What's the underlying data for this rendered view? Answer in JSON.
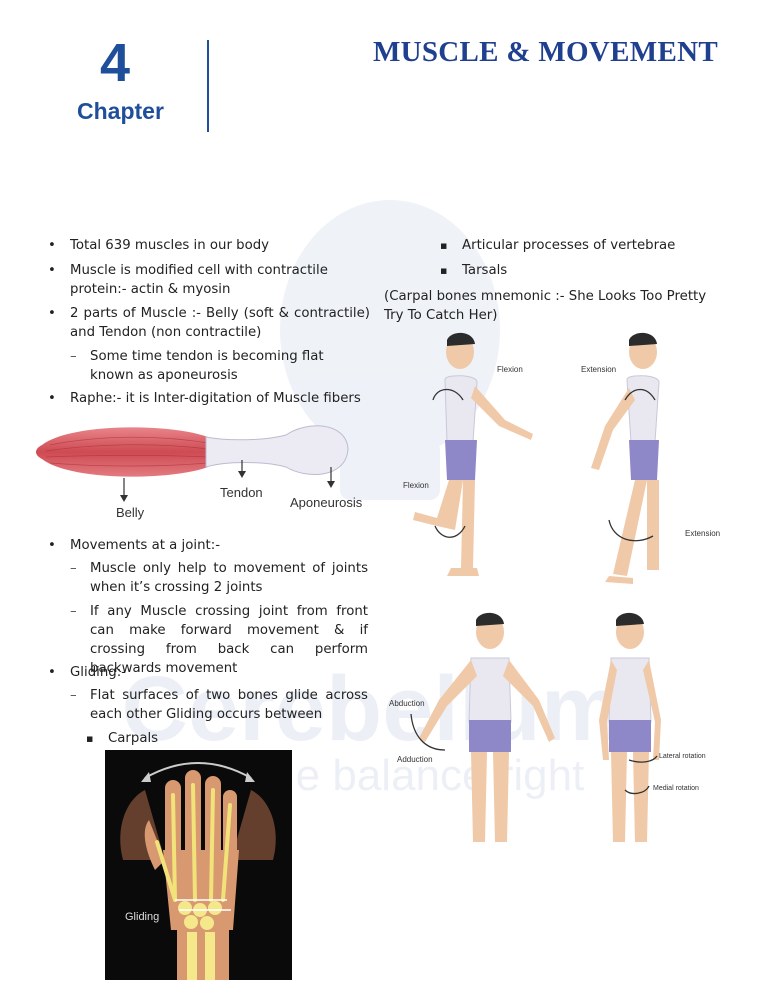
{
  "header": {
    "chapter_number": "4",
    "chapter_word": "Chapter",
    "title": "MUSCLE & MOVEMENT"
  },
  "left_column": {
    "bullets": [
      "Total 639 muscles in our body",
      "Muscle is modified cell with contractile protein:- actin & myosin",
      "2 parts of Muscle :- Belly (soft & contractile) and Tendon (non contractile)"
    ],
    "sub_tendon": "Some time tendon is becoming flat known as aponeurosis",
    "raphe": "Raphe:- it is Inter-digitation of Muscle fibers",
    "muscle_figure": {
      "belly": "Belly",
      "tendon": "Tendon",
      "aponeurosis": "Aponeurosis"
    },
    "movements_heading": "Movements at a joint:-",
    "movements_items": [
      "Muscle only help to movement of joints when it’s crossing 2 joints",
      "If any Muscle crossing joint from front can make forward movement & if crossing from back can perform backwards movement"
    ],
    "gliding_heading": "Gliding:-",
    "gliding_item": "Flat surfaces of two bones glide across each other Gliding occurs between",
    "gliding_sub": "Carpals",
    "hand_figure_label": "Gliding"
  },
  "right_column": {
    "items": [
      "Articular processes of vertebrae",
      "Tarsals"
    ],
    "mnemonic": "(Carpal bones mnemonic :- She Looks Too Pretty Try To Catch Her)",
    "figure_labels": {
      "flexion_arm": "Flexion",
      "extension_arm": "Extension",
      "flexion_leg": "Flexion",
      "extension_leg": "Extension",
      "abduction": "Abduction",
      "adduction": "Adduction",
      "lateral_rotation": "Lateral rotation",
      "medial_rotation": "Medial rotation"
    }
  },
  "watermark": {
    "brand": "Cerebellum",
    "tagline": "e balance right"
  },
  "colors": {
    "heading_blue": "#1f4e9a",
    "muscle_red": "#d9565c",
    "shorts": "#8f88c8",
    "skin": "#f0c9a8"
  }
}
